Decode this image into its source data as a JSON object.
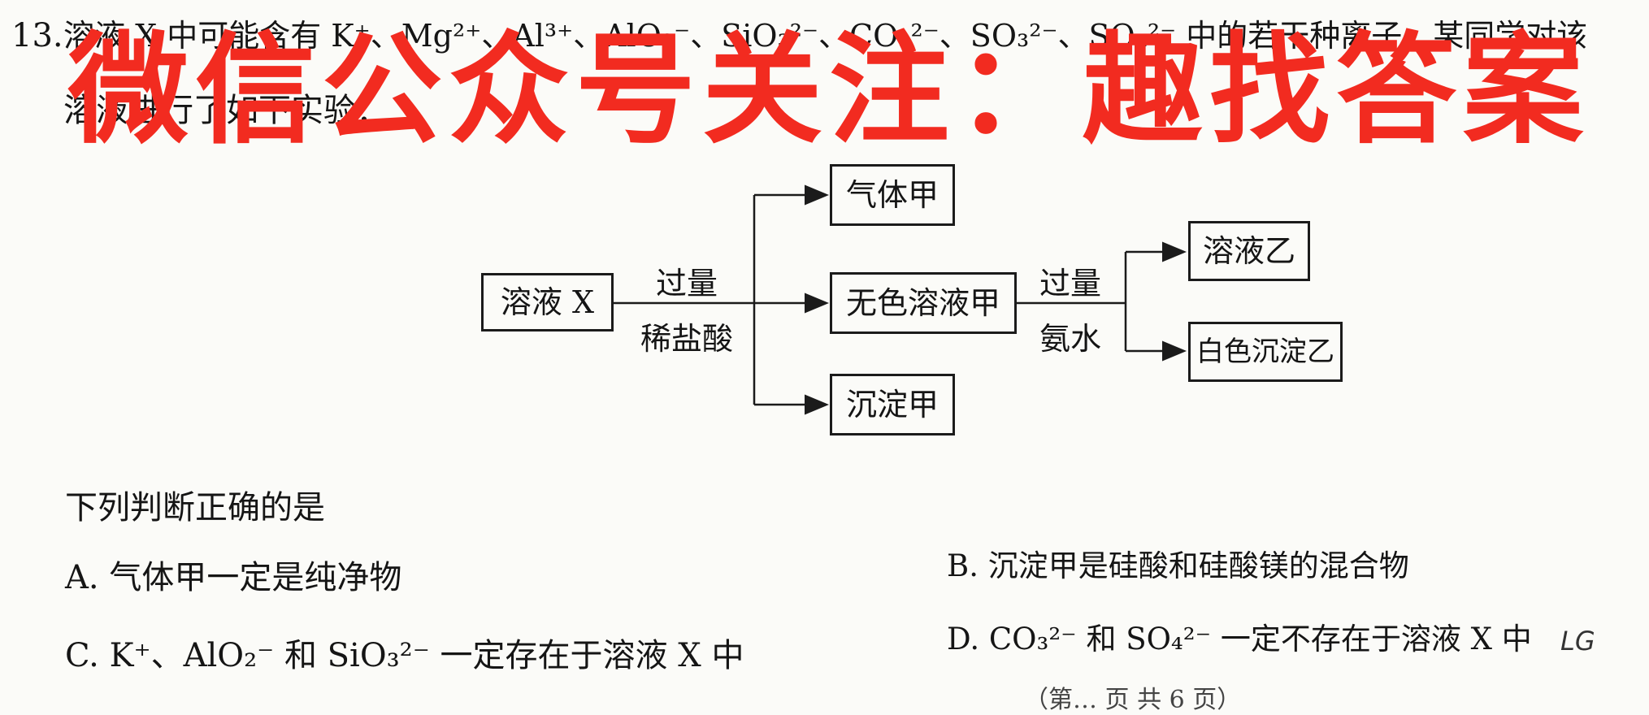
{
  "question": {
    "number": "13.",
    "line1": "溶液 X 中可能含有 K⁺、Mg²⁺、Al³⁺、AlO₂⁻、SiO₃²⁻、CO₃²⁻、SO₃²⁻、SO₄²⁻ 中的若干种离子。某同学对该",
    "line2": "溶液进行了如下实验："
  },
  "watermark": "微信公众号关注：趣找答案",
  "flowchart": {
    "start": "溶液 X",
    "reagent1_top": "过量",
    "reagent1_bottom": "稀盐酸",
    "gas": "气体甲",
    "solution": "无色溶液甲",
    "precipitate": "沉淀甲",
    "reagent2_top": "过量",
    "reagent2_bottom": "氨水",
    "solution2": "溶液乙",
    "precipitate2": "白色沉淀乙"
  },
  "prompt": "下列判断正确的是",
  "options": {
    "A": "A. 气体甲一定是纯净物",
    "B": "B. 沉淀甲是硅酸和硅酸镁的混合物",
    "C": "C. K⁺、AlO₂⁻ 和 SiO₃²⁻ 一定存在于溶液 X 中",
    "D": "D. CO₃²⁻ 和 SO₄²⁻ 一定不存在于溶液 X 中"
  },
  "margin_note": "LG",
  "footer_fragment": "（第… 页 共 6 页）"
}
